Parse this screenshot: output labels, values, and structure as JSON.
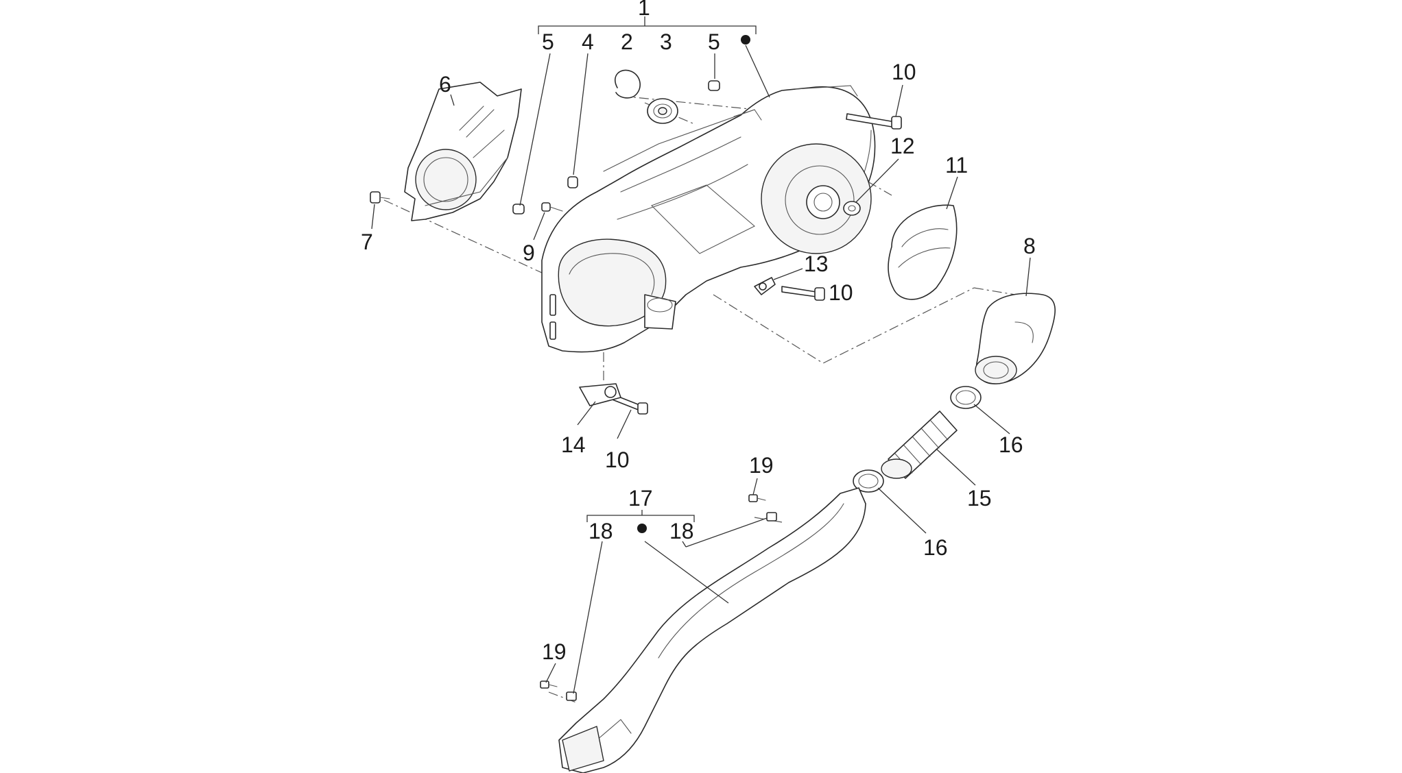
{
  "callouts": {
    "c1": "1",
    "c2": "2",
    "c3": "3",
    "c4": "4",
    "c5a": "5",
    "c5b": "5",
    "c6": "6",
    "c7": "7",
    "c8": "8",
    "c9": "9",
    "c10a": "10",
    "c10b": "10",
    "c10c": "10",
    "c11": "11",
    "c12": "12",
    "c13": "13",
    "c14": "14",
    "c15": "15",
    "c16a": "16",
    "c16b": "16",
    "c17": "17",
    "c18a": "18",
    "c18b": "18",
    "c19a": "19",
    "c19b": "19"
  },
  "icons": {
    "assembly_marker": "filled-dot-icon"
  },
  "colors": {
    "line": "#2a2a2a",
    "background": "#ffffff"
  }
}
